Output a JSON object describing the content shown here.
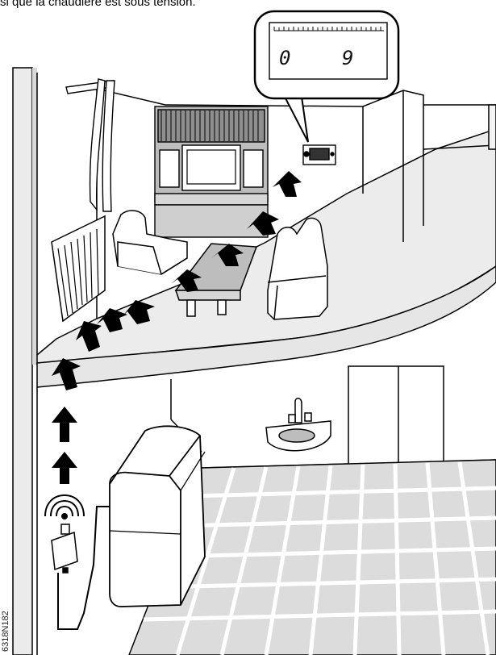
{
  "caption": "si que la chaudière est sous tension.",
  "display": {
    "left_digit": "0",
    "right_digit": "9"
  },
  "drawing_code": "6318N182"
}
